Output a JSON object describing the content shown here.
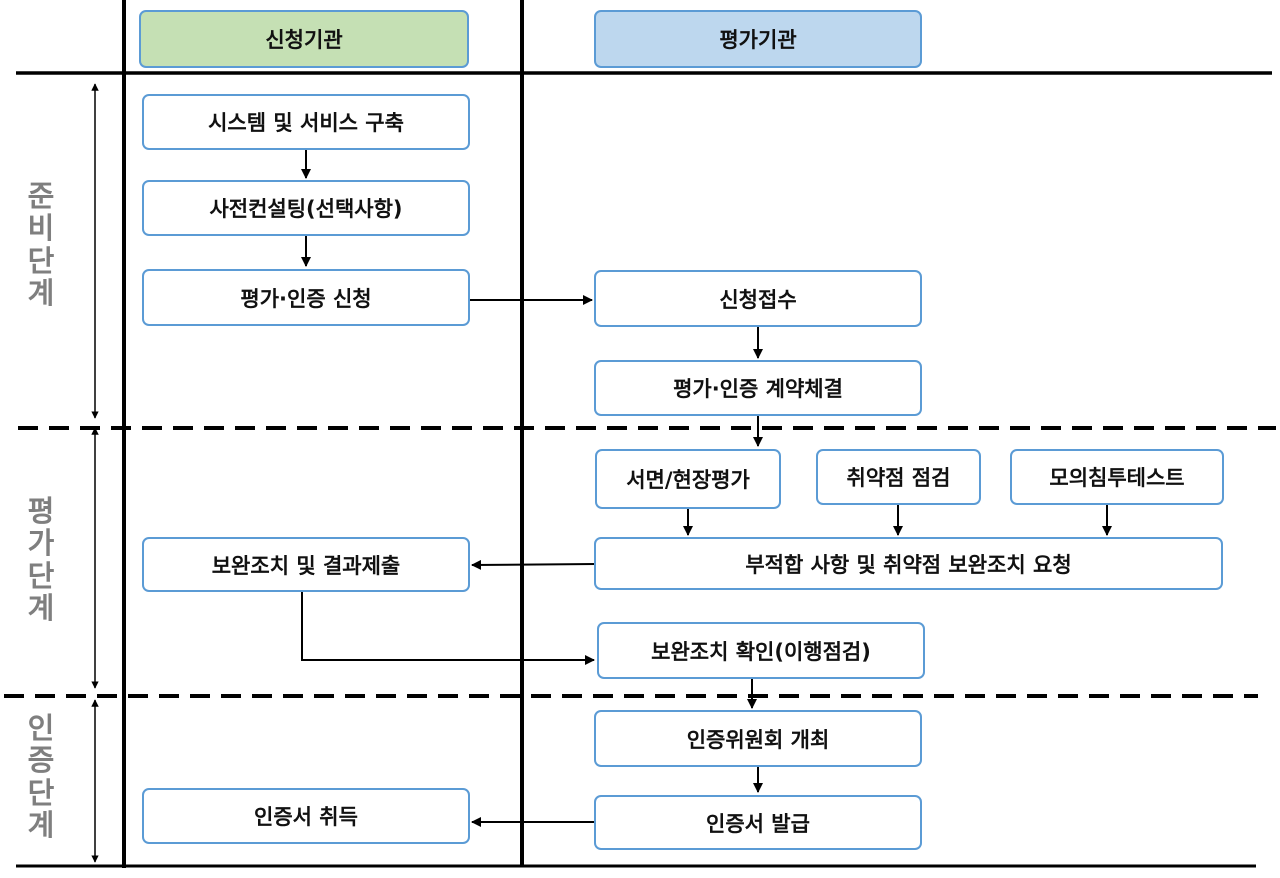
{
  "columns": {
    "left": "신청기관",
    "right": "평가기관"
  },
  "phases": {
    "prep": [
      "준",
      "비",
      "단",
      "계"
    ],
    "eval": [
      "평",
      "가",
      "단",
      "계"
    ],
    "cert": [
      "인",
      "증",
      "단",
      "계"
    ]
  },
  "steps": {
    "build": "시스템 및 서비스 구축",
    "consult": "사전컨설팅(선택사항)",
    "apply": "평가·인증 신청",
    "receive": "신청접수",
    "contract": "평가·인증 계약체결",
    "doc_eval": "서면/현장평가",
    "vuln_check": "취약점 점검",
    "pentest": "모의침투테스트",
    "request": "부적합 사항 및 취약점 보완조치 요청",
    "submit": "보완조치 및 결과제출",
    "verify": "보완조치 확인(이행점검)",
    "committee": "인증위원회 개최",
    "issue": "인증서 발급",
    "acquire": "인증서 취득"
  },
  "colors": {
    "box_border": "#5b9bd5",
    "left_header_fill": "#c5e0b4",
    "right_header_fill": "#bdd7ee",
    "phase_text": "#7f7f7f",
    "line": "#000000"
  }
}
